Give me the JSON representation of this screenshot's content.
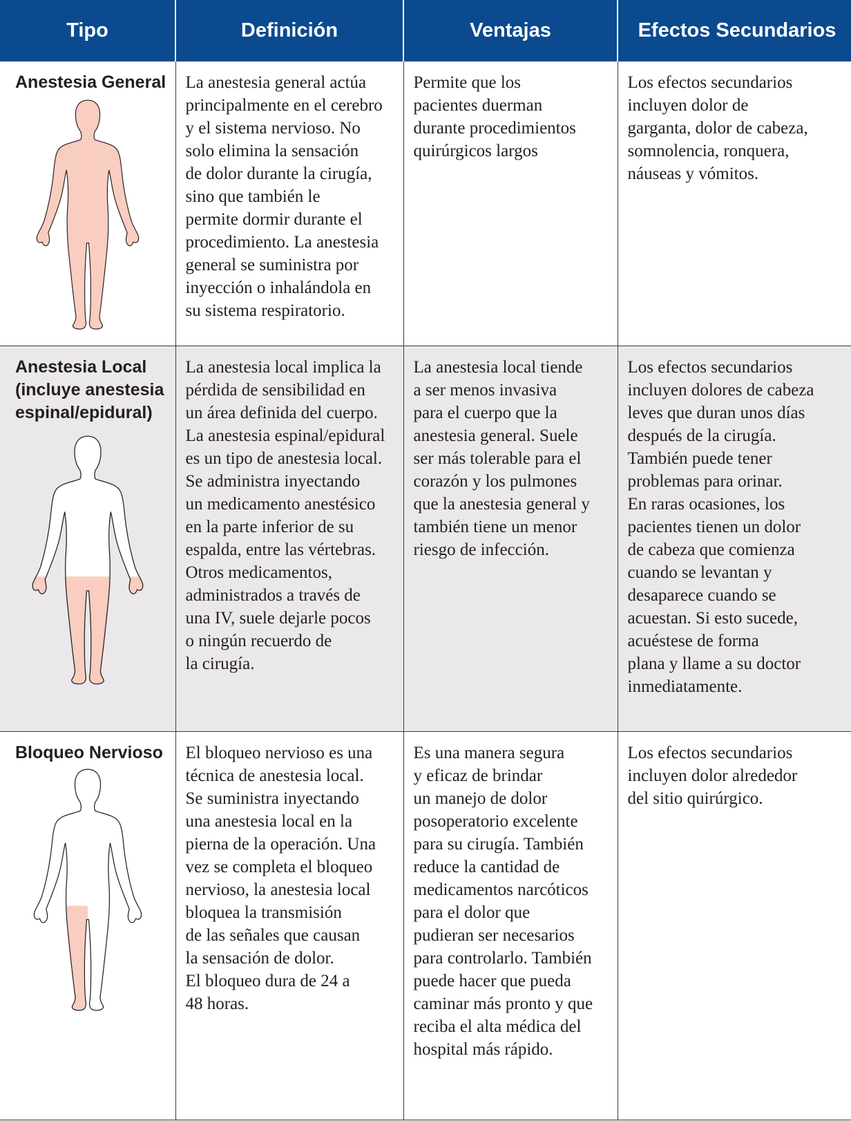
{
  "headers": {
    "tipo": "Tipo",
    "definicion": "Definición",
    "ventajas": "Ventajas",
    "efectos": "Efectos Secundarios"
  },
  "rows": [
    {
      "type_lines": [
        "Anestesia General"
      ],
      "definition_lines": [
        "La anestesia general actúa",
        "principalmente en el cerebro",
        "y el sistema nervioso. No",
        "solo elimina la sensación",
        "de dolor durante la cirugía,",
        "sino que también le",
        "permite dormir durante el",
        "procedimiento. La anestesia",
        "general se suministra por",
        "inyección o inhalándola en",
        "su sistema respiratorio."
      ],
      "advantages_lines": [
        "Permite que los",
        "pacientes duerman",
        "durante procedimientos",
        "quirúrgicos largos"
      ],
      "side_effects_lines": [
        "Los efectos secundarios",
        "incluyen dolor de",
        "garganta, dolor de cabeza,",
        "somnolencia, ronquera,",
        "náuseas y vómitos."
      ],
      "figure_icon": "full-body-figure-icon"
    },
    {
      "type_lines": [
        "Anestesia Local",
        "(incluye anestesia",
        "espinal/epidural)"
      ],
      "definition_lines": [
        "La anestesia local implica la",
        "pérdida de sensibilidad en",
        "un área definida del cuerpo.",
        "La anestesia espinal/epidural",
        "es un tipo de anestesia local.",
        "Se administra inyectando",
        "un medicamento anestésico",
        "en la parte inferior de su",
        "espalda, entre las vértebras.",
        "Otros medicamentos,",
        "administrados a través de",
        "una IV, suele dejarle pocos",
        "o ningún recuerdo de",
        "la cirugía."
      ],
      "advantages_lines": [
        "La anestesia local tiende",
        "a ser menos invasiva",
        "para el cuerpo que la",
        "anestesia general. Suele",
        "ser más tolerable para el",
        "corazón y los pulmones",
        "que la anestesia general y",
        "también tiene un menor",
        "riesgo de infección."
      ],
      "side_effects_lines": [
        "Los efectos secundarios",
        "incluyen dolores de cabeza",
        "leves que duran unos días",
        "después de la cirugía.",
        "También puede tener",
        "problemas para orinar.",
        "En raras ocasiones, los",
        "pacientes tienen un dolor",
        "de cabeza que comienza",
        "cuando se levantan y",
        "desaparece cuando se",
        "acuestan. Si esto sucede,",
        "acuéstese de forma",
        "plana y llame a su doctor",
        "inmediatamente."
      ],
      "figure_icon": "lower-body-figure-icon"
    },
    {
      "type_lines": [
        "Bloqueo Nervioso"
      ],
      "definition_lines": [
        "El bloqueo nervioso es una",
        "técnica de anestesia local.",
        "Se suministra inyectando",
        "una anestesia local en la",
        "pierna de la operación. Una",
        "vez se completa el bloqueo",
        "nervioso, la anestesia local",
        "bloquea la transmisión",
        "de las señales que causan",
        "la sensación de dolor.",
        "El bloqueo dura de 24 a",
        "48 horas."
      ],
      "advantages_lines": [
        "Es una manera segura",
        "y eficaz de brindar",
        "un manejo de dolor",
        "posoperatorio excelente",
        "para su cirugía. También",
        "reduce la cantidad de",
        "medicamentos narcóticos",
        "para el dolor que",
        "pudieran ser necesarios",
        "para controlarlo. También",
        "puede hacer que pueda",
        "caminar más pronto y que",
        "reciba el alta médica del",
        "hospital más rápido."
      ],
      "side_effects_lines": [
        "Los efectos secundarios",
        "incluyen dolor alrededor",
        "del sitio quirúrgico."
      ],
      "figure_icon": "leg-figure-icon"
    }
  ],
  "colors": {
    "header_bg": "#0b4a8f",
    "header_text": "#ffffff",
    "row_alt_bg": "#ebe8ec",
    "highlight": "#f9cdbf",
    "text": "#231f20"
  }
}
